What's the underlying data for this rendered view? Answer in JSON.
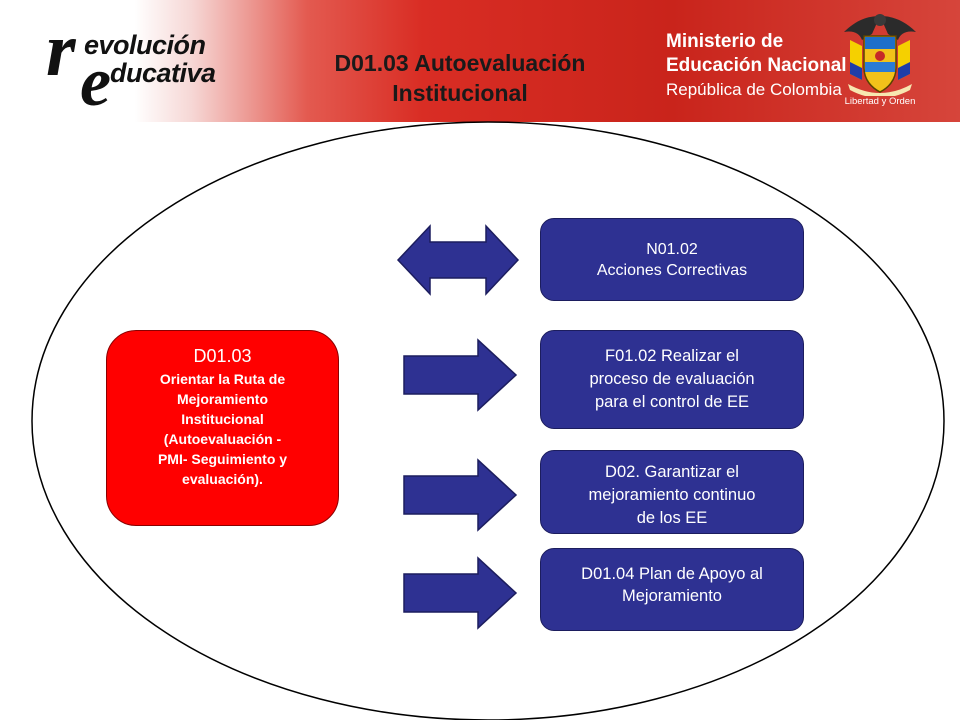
{
  "header": {
    "logo_left": {
      "big_r": "r",
      "big_e": "e",
      "word1": "evolución",
      "word2": "ducativa"
    },
    "title_line1": "D01.03 Autoevaluación",
    "title_line2": "Institucional",
    "ministry_line1": "Ministerio de",
    "ministry_line2": "Educación Nacional",
    "ministry_line3": "República de Colombia",
    "coat_caption": "Libertad y Orden"
  },
  "center": {
    "code": "D01.03",
    "desc_lines": [
      "Orientar la Ruta de",
      "Mejoramiento",
      "Institucional",
      "(Autoevaluación -",
      "PMI- Seguimiento y",
      "evaluación)."
    ]
  },
  "boxes": [
    {
      "lines": [
        "N01.02",
        "Acciones Correctivas"
      ]
    },
    {
      "lines": [
        "F01.02 Realizar el",
        "proceso de evaluación",
        "para el control de EE"
      ]
    },
    {
      "lines": [
        "D02. Garantizar el",
        "mejoramiento continuo",
        "de los EE"
      ]
    },
    {
      "lines": [
        "D01.04 Plan de Apoyo al",
        "Mejoramiento"
      ]
    }
  ],
  "arrows": [
    "double",
    "right",
    "right",
    "right"
  ],
  "colors": {
    "banner_red": "#d92d24",
    "box_blue": "#2e3192",
    "center_red": "#ff0000",
    "arrow_fill": "#2e3192"
  }
}
